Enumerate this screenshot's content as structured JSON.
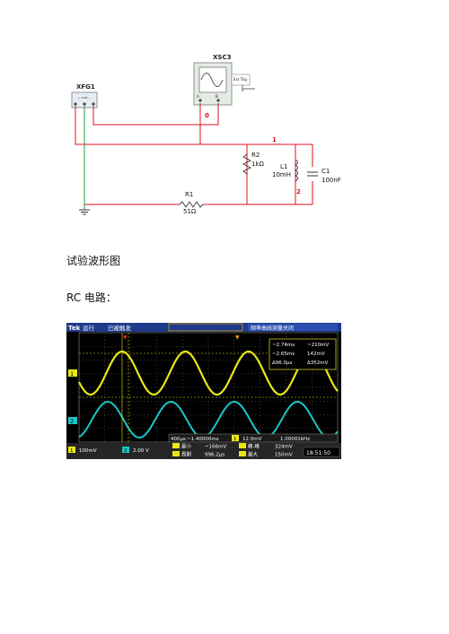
{
  "circuit": {
    "generator_label": "XFG1",
    "scope_label": "XSC3",
    "ext_trig_label": "Ext Trig",
    "scope_ch_a": "A",
    "scope_ch_b": "B",
    "node_0": "0",
    "node_1": "1",
    "node_2": "2",
    "r2_name": "R2",
    "r2_value": "1kΩ",
    "l1_name": "L1",
    "l1_value": "10mH",
    "c1_name": "C1",
    "c1_value": "100nF",
    "r1_name": "R1",
    "r1_value": "51Ω"
  },
  "text": {
    "heading1": "试验波形图",
    "heading2": "RC 电路："
  },
  "scope": {
    "logo": "Tek",
    "status_run": "运行",
    "status_trig": "已被触发",
    "menu_title": "频率曲线测量关闭",
    "cursor_a_time": "~2.74ms",
    "cursor_a_volt": "~210mV",
    "cursor_b_time": "~2.65ms",
    "cursor_b_volt": "142mV",
    "delta_time": "Δ96.0μs",
    "delta_volt": "Δ352mV",
    "timebase": "400μs",
    "trigger_pos": "~1.40000ms",
    "trig_ch": "1",
    "trig_level": "12.0mV",
    "frequency": "1.00001kHz",
    "ch1_marker": "1",
    "ch2_marker": "2",
    "ch1_scale": "100mV",
    "ch2_scale": "2.00 V",
    "meas_min_label": "最小",
    "meas_min_value": "~166mV",
    "meas_pp_label": "峰-峰",
    "meas_pp_value": "324mV",
    "meas_period_label": "周期",
    "meas_period_value": "996.2μs",
    "meas_max_label": "最大",
    "meas_max_value": "150mV",
    "clock": "18:51:50",
    "colors": {
      "ch1": "#e8e817",
      "ch2": "#19c7c7",
      "grid": "#7a7a7a",
      "wire": "#e0101e"
    }
  }
}
